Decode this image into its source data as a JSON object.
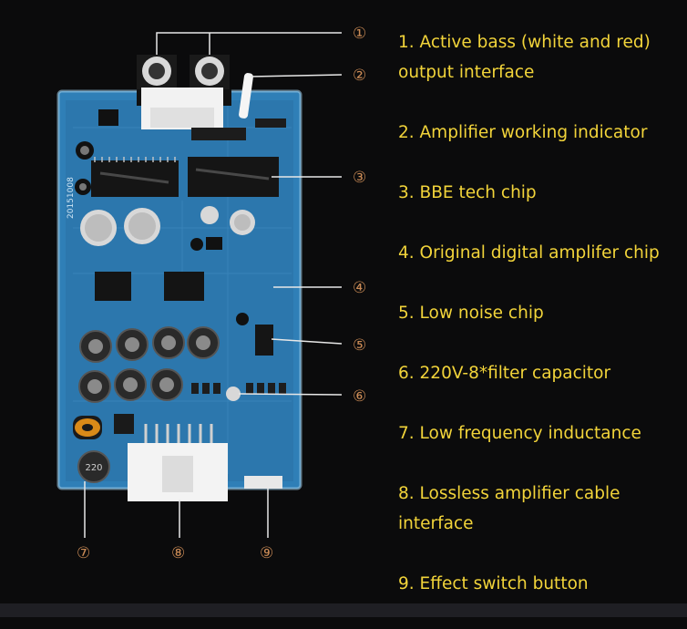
{
  "features": [
    {
      "number": "1",
      "text": "1. Active bass (white and red) output interface"
    },
    {
      "number": "2",
      "text": "2. Amplifier working indicator"
    },
    {
      "number": "3",
      "text": "3. BBE tech chip"
    },
    {
      "number": "4",
      "text": "4. Original digital amplifer chip"
    },
    {
      "number": "5",
      "text": "5. Low noise chip"
    },
    {
      "number": "6",
      "text": "6. 220V-8*filter capacitor"
    },
    {
      "number": "7",
      "text": "7. Low frequency inductance"
    },
    {
      "number": "8",
      "text": "8. Lossless amplifier cable interface"
    },
    {
      "number": "9",
      "text": "9. Effect switch button"
    }
  ],
  "callouts": [
    "①",
    "②",
    "③",
    "④",
    "⑤",
    "⑥",
    "⑦",
    "⑧",
    "⑨"
  ],
  "board_text": {
    "code": "20151008",
    "inductor_value": "220"
  },
  "colors": {
    "background": "#0b0b0c",
    "pcb": "#2f7fb7",
    "pcb_dark": "#1f5f8f",
    "label_text": "#f2d43a",
    "callout_text": "#c98a55",
    "leader_line": "#e8e8e8"
  }
}
